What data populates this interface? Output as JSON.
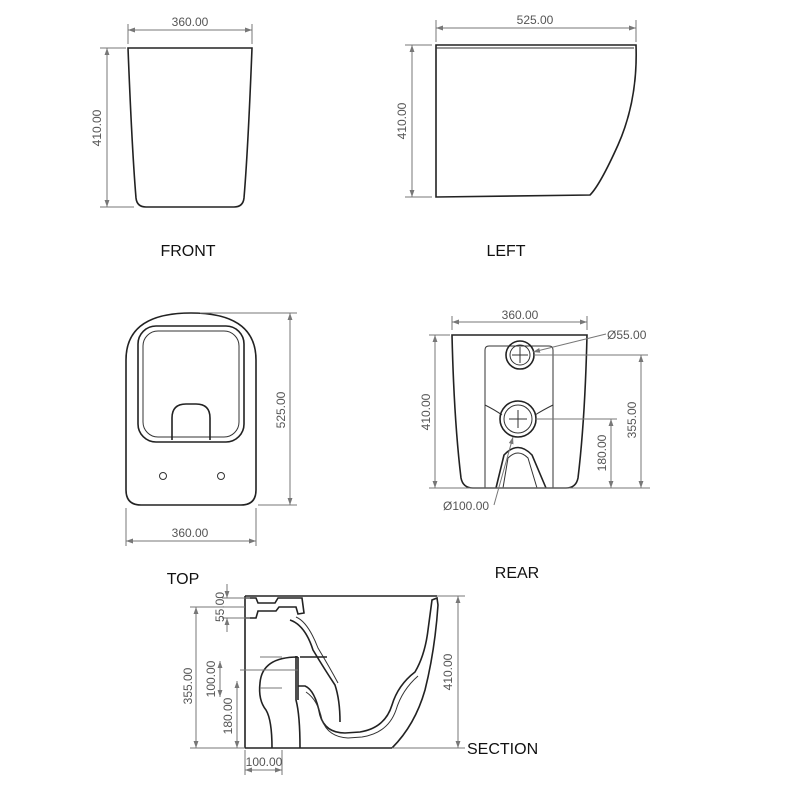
{
  "views": {
    "front": {
      "label": "FRONT",
      "width": "360.00",
      "height": "410.00"
    },
    "left": {
      "label": "LEFT",
      "depth": "525.00",
      "height": "410.00"
    },
    "top": {
      "label": "TOP",
      "width": "360.00",
      "depth": "525.00"
    },
    "rear": {
      "label": "REAR",
      "width": "360.00",
      "height": "410.00",
      "inlet_diameter": "Ø55.00",
      "outlet_diameter": "Ø100.00",
      "inlet_height": "355.00",
      "outlet_height": "180.00"
    },
    "section": {
      "label": "SECTION",
      "inlet_size": "55.00",
      "inlet_height": "355.00",
      "outlet_size": "100.00",
      "outlet_height": "180.00",
      "height": "410.00",
      "outlet_offset": "100.00"
    }
  },
  "colors": {
    "outline": "#222222",
    "dimension": "#777777"
  }
}
